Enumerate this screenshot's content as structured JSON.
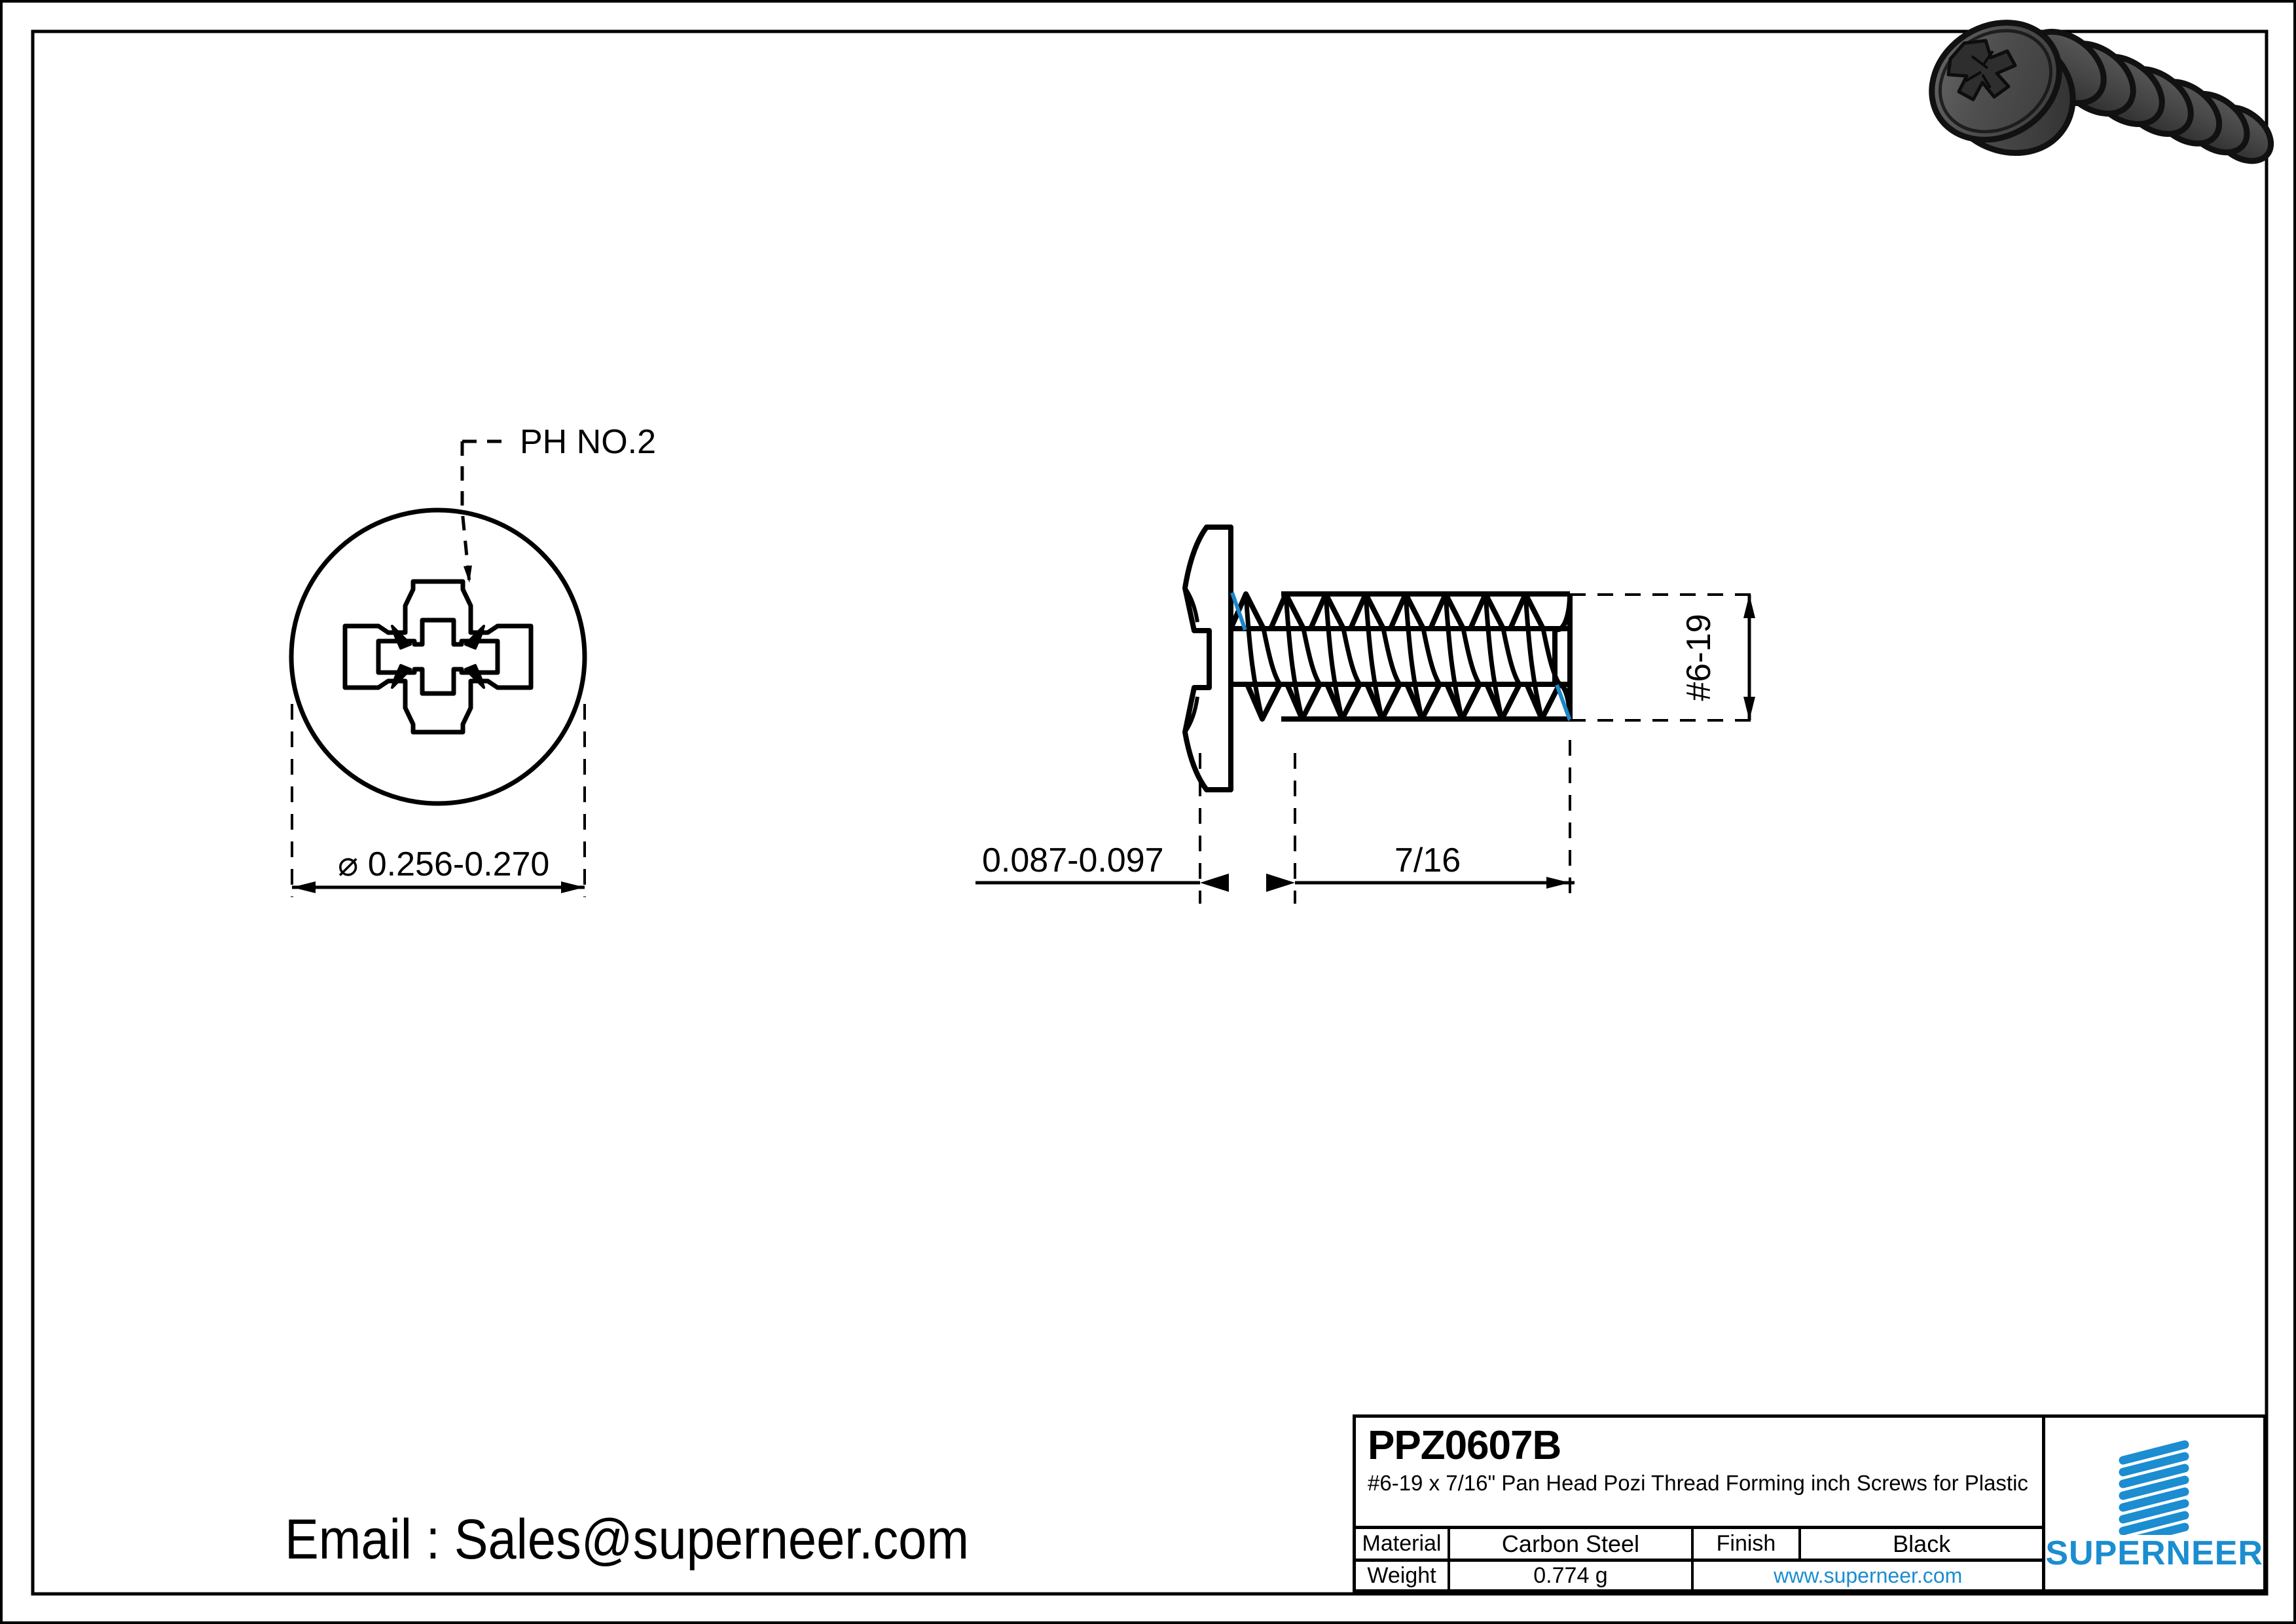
{
  "sheet": {
    "background": "#ffffff",
    "border_color": "#000000"
  },
  "drawing": {
    "front_view": {
      "leader_label": "PH NO.2",
      "diameter_dimension": "⌀ 0.256-0.270"
    },
    "side_view": {
      "head_height_dimension": "0.087-0.097",
      "length_dimension": "7/16",
      "thread_size_dimension": "#6-19"
    }
  },
  "contact": {
    "email_line": "Email : Sales@superneer.com"
  },
  "title_block": {
    "part_number": "PPZ0607B",
    "description": "#6-19 x 7/16\" Pan Head Pozi Thread Forming inch Screws for Plastic",
    "rows": [
      {
        "label": "Material",
        "value": "Carbon Steel",
        "label2": "Finish",
        "value2": "Black"
      },
      {
        "label": "Weight",
        "value": "0.774 g",
        "website": "www.superneer.com"
      }
    ],
    "material_label": "Material",
    "material_value": "Carbon Steel",
    "finish_label": "Finish",
    "finish_value": "Black",
    "weight_label": "Weight",
    "weight_value": "0.774 g",
    "website": "www.superneer.com"
  },
  "logo": {
    "wordmark": "SUPERNEER",
    "brand_color": "#1b8dd0",
    "mark_name": "superneer-stripes-mark",
    "bar_count": 8
  },
  "render_3d": {
    "name": "pan-head-pozi-screw-3d",
    "body_color": "#4b4b4b",
    "highlight_color": "#5f5f5f",
    "outline_color": "#101010"
  },
  "colors": {
    "line": "#000000",
    "accent_blue": "#1b8dd0",
    "cad_edge_blue": "#1c86c8"
  }
}
